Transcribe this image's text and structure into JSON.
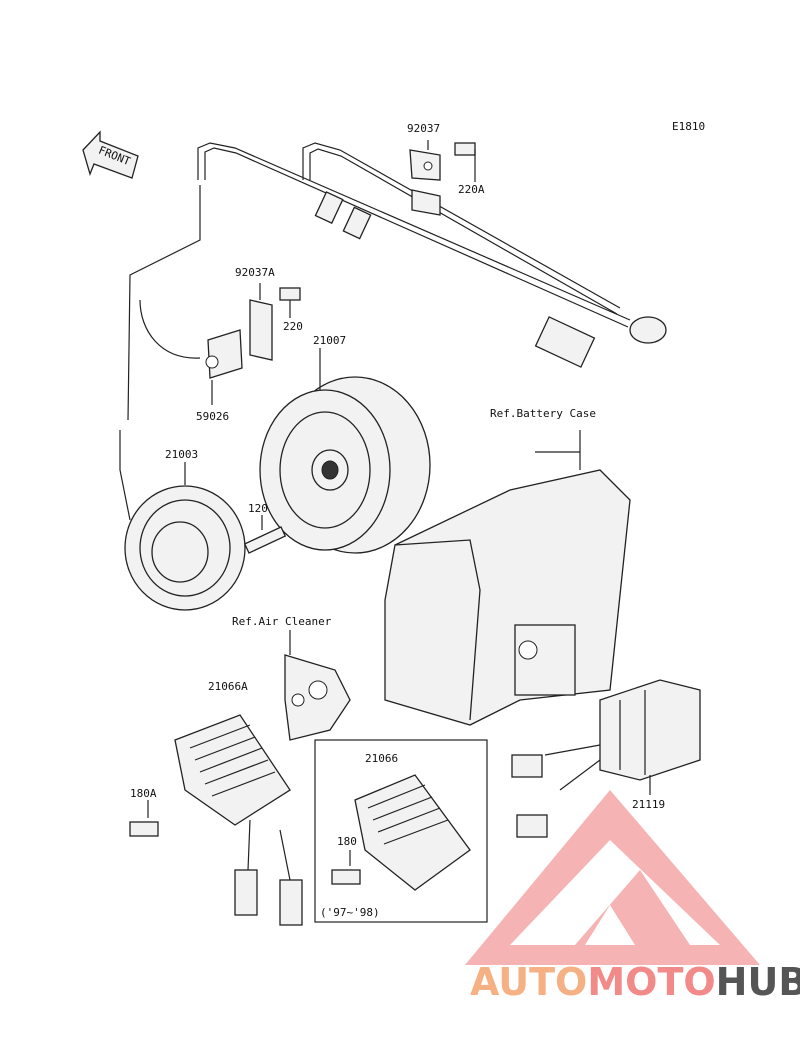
{
  "diagram_code": "E1810",
  "front_label": "FRONT",
  "parts": {
    "p92037": "92037",
    "p220A": "220A",
    "p92037A": "92037A",
    "p220": "220",
    "p21007": "21007",
    "p59026": "59026",
    "p21003": "21003",
    "p120": "120",
    "p21066A": "21066A",
    "p180A": "180A",
    "p21066": "21066",
    "p180": "180",
    "p21119": "21119"
  },
  "refs": {
    "battery_case": "Ref.Battery Case",
    "air_cleaner": "Ref.Air Cleaner"
  },
  "note_years": "('97~'98)",
  "watermark": {
    "part1": "AUTO",
    "part2": "MOTO",
    "part3": "HUB",
    "color1": "#f5b183",
    "color2": "#f28a8a",
    "color3": "#555555"
  }
}
